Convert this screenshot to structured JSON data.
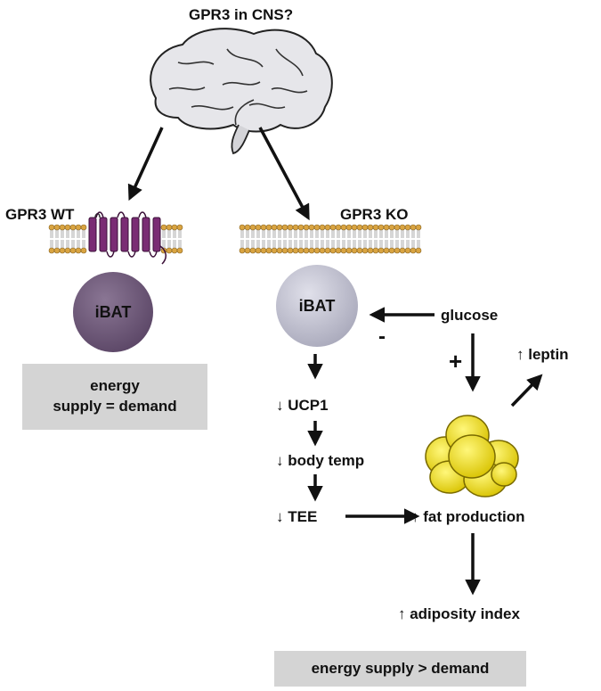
{
  "title": "GPR3 in CNS?",
  "wt": {
    "label": "GPR3 WT",
    "ibat": "iBAT",
    "balance_line1": "energy",
    "balance_line2": "supply = demand"
  },
  "ko": {
    "label": "GPR3 KO",
    "ibat": "iBAT",
    "glucose": "glucose",
    "minus": "-",
    "plus": "+",
    "leptin": "↑ leptin",
    "ucp1": "↓ UCP1",
    "body_temp": "↓ body temp",
    "tee": "↓ TEE",
    "fat_production": "↑ fat production",
    "adiposity": "↑ adiposity index",
    "balance": "energy supply > demand"
  },
  "colors": {
    "wt_ibat": "#6e5878",
    "ko_ibat": "#bdbdcd",
    "receptor": "#7a2c74",
    "lipid_head": "#d9a441",
    "adipocyte": "#f2e018",
    "box": "#d4d4d4",
    "brain": "#e6e6ea"
  }
}
